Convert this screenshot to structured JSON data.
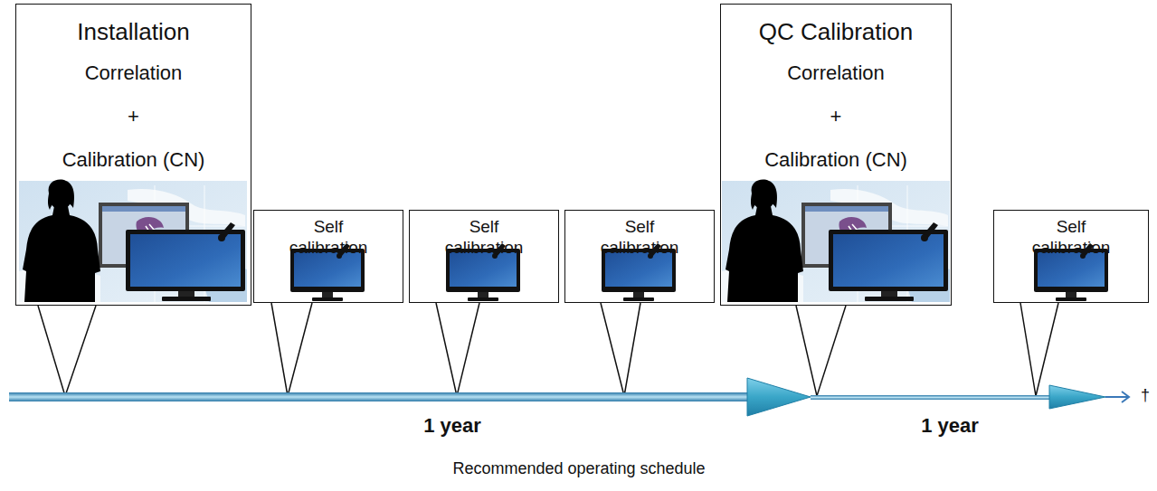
{
  "diagram": {
    "caption": "Recommended operating schedule",
    "nodes": [
      {
        "text": [
          "Installation",
          "Correlation",
          "+",
          "Calibration (CN)"
        ]
      },
      {
        "text": [
          "Self calibration"
        ]
      },
      {
        "text": [
          "Self calibration"
        ]
      },
      {
        "text": [
          "Self calibration"
        ]
      },
      {
        "text": [
          "QC Calibration",
          "Correlation",
          "+",
          "Calibration (CN)"
        ]
      },
      {
        "text": [
          "Self calibration"
        ]
      }
    ],
    "labels": [
      "1 year",
      "1 year",
      "†"
    ]
  }
}
